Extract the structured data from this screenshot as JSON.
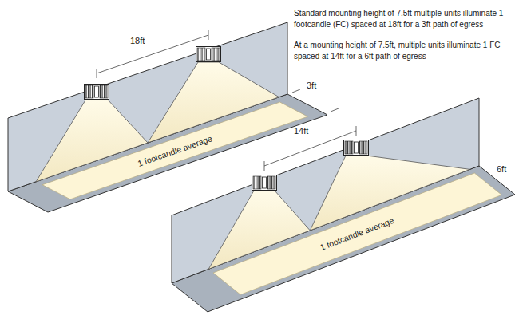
{
  "diagram": {
    "nodes": [
      {
        "text": [
          "1 footcandle average"
        ]
      },
      {
        "text": [
          "1 footcandle average"
        ]
      }
    ],
    "labels": [
      "Standard mounting height of 7.5ft multiple units illuminate 1 footcandle (FC) spaced at 18ft for a 3ft path of egress",
      "At a mounting height of 7.5ft, multiple units illuminate 1 FC spaced at 14ft for a 6ft path of egress",
      "18ft",
      "3ft",
      "14ft",
      "6ft"
    ]
  }
}
